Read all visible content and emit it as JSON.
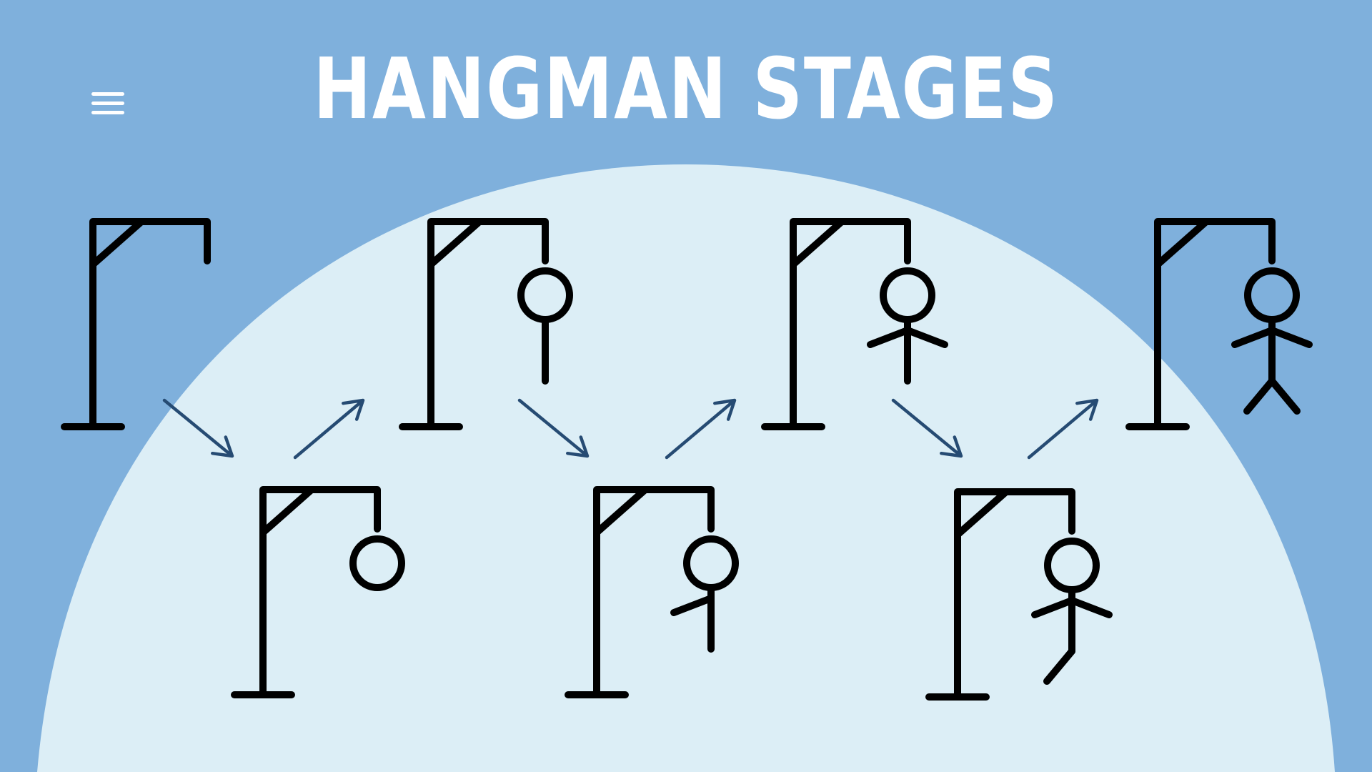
{
  "title": "HANGMAN STAGES",
  "menu_icon": "hamburger-menu-icon",
  "colors": {
    "background": "#7fb0dc",
    "dome": "#dceef6",
    "ink": "#000000",
    "arrow": "#264b73",
    "title": "#ffffff"
  },
  "stages": [
    {
      "stage": 1,
      "parts": [
        "gallows"
      ]
    },
    {
      "stage": 2,
      "parts": [
        "gallows",
        "head"
      ]
    },
    {
      "stage": 3,
      "parts": [
        "gallows",
        "head",
        "body"
      ]
    },
    {
      "stage": 4,
      "parts": [
        "gallows",
        "head",
        "body",
        "left-arm"
      ]
    },
    {
      "stage": 5,
      "parts": [
        "gallows",
        "head",
        "body",
        "left-arm",
        "right-arm"
      ]
    },
    {
      "stage": 6,
      "parts": [
        "gallows",
        "head",
        "body",
        "left-arm",
        "right-arm",
        "left-leg"
      ]
    },
    {
      "stage": 7,
      "parts": [
        "gallows",
        "head",
        "body",
        "left-arm",
        "right-arm",
        "left-leg",
        "right-leg"
      ]
    }
  ]
}
